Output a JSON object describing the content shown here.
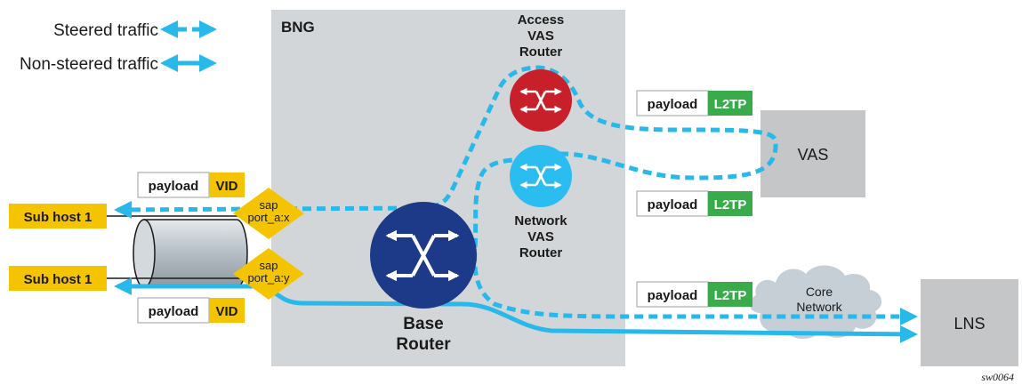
{
  "legend": {
    "steered": "Steered traffic",
    "non_steered": "Non-steered traffic"
  },
  "bng": {
    "label": "BNG"
  },
  "routers": {
    "access_vas": [
      "Access",
      "VAS",
      "Router"
    ],
    "network_vas": [
      "Network",
      "VAS",
      "Router"
    ],
    "base": [
      "Base",
      "Router"
    ]
  },
  "hosts": {
    "host1": "Sub host 1",
    "host2": "Sub host 1"
  },
  "saps": {
    "sap1": [
      "sap",
      "port_a:x"
    ],
    "sap2": [
      "sap",
      "port_a:y"
    ]
  },
  "packets": {
    "payload": "payload",
    "vid": "VID",
    "l2tp": "L2TP"
  },
  "vas": {
    "label": "VAS"
  },
  "core_network": [
    "Core",
    "Network"
  ],
  "lns": {
    "label": "LNS"
  },
  "figure_id": "sw0064",
  "colors": {
    "traffic": "#29b8ea",
    "bng_bg": "#d3d6d8",
    "box_grey": "#c4c6c7",
    "host_yellow": "#f5c400",
    "l2tp_green": "#3aab4a",
    "access_router_red": "#c8202b",
    "network_router_cyan": "#2bbdf0",
    "base_router_navy": "#1d3a88"
  }
}
